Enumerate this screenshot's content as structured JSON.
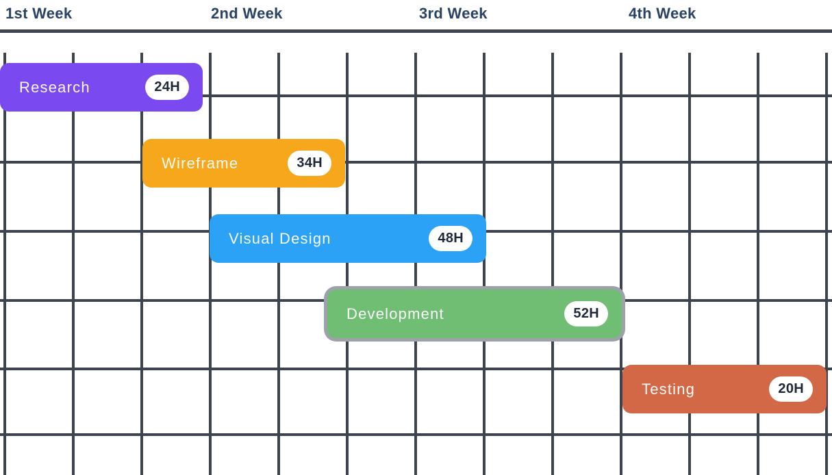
{
  "colors": {
    "background": "#ffffff",
    "grid": "#3E4350",
    "header_text": "#2A4365",
    "badge_bg": "#ffffff",
    "badge_text": "#1E2836",
    "selection_ghost": "#9DA2AA"
  },
  "chart_data": {
    "type": "gantt",
    "title": "",
    "x_axis": {
      "labels": [
        "1st Week",
        "2nd Week",
        "3rd Week",
        "4th Week"
      ],
      "total_weeks": 4,
      "cells_per_week": 3
    },
    "grid": true,
    "tasks": [
      {
        "name": "Research",
        "hours": 24,
        "hours_label": "24H",
        "start_week": 0.0,
        "end_week": 0.98,
        "color": "#7B49F0",
        "selected": false
      },
      {
        "name": "Wireframe",
        "hours": 34,
        "hours_label": "34H",
        "start_week": 0.68,
        "end_week": 1.66,
        "color": "#F6A71C",
        "selected": false
      },
      {
        "name": "Visual Design",
        "hours": 48,
        "hours_label": "48H",
        "start_week": 1.0,
        "end_week": 2.35,
        "color": "#2BA2F6",
        "selected": false
      },
      {
        "name": "Development",
        "hours": 52,
        "hours_label": "52H",
        "start_week": 1.58,
        "end_week": 3.0,
        "color": "#70BE74",
        "selected": true
      },
      {
        "name": "Testing",
        "hours": 20,
        "hours_label": "20H",
        "start_week": 3.0,
        "end_week": 4.0,
        "color": "#D26845",
        "selected": false
      }
    ],
    "dependency_guide": {
      "between": [
        "Development",
        "Testing"
      ],
      "at_week": 3
    }
  }
}
